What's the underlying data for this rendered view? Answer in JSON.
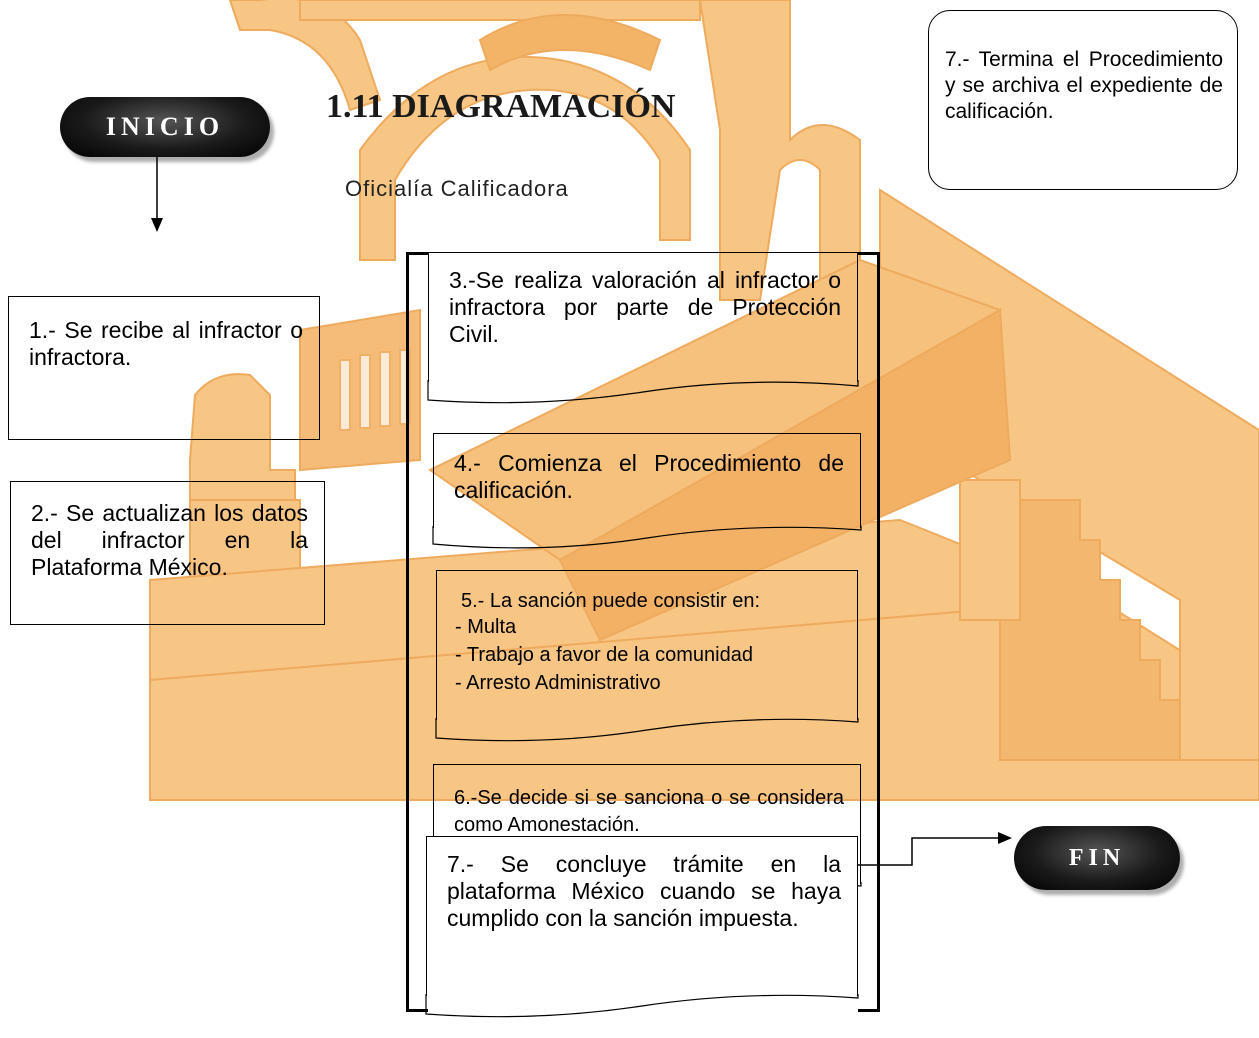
{
  "title": "1.11 DIAGRAMACIÓN",
  "subtitle": "Oficialía Calificadora",
  "start_label": "INICIO",
  "end_label": "FIN",
  "steps": {
    "s1": "1.- Se recibe al infractor o infractora.",
    "s2": "2.- Se actualizan los datos del infractor en la Plataforma México.",
    "s3": "3.-Se realiza valoración al infractor o infractora por parte de Protección Civil.",
    "s4": "4.- Comienza el Procedimiento de calificación.",
    "s5_title": "5.- La sanción puede consistir en:",
    "s5_items": [
      "- Multa",
      "- Trabajo a favor de la comunidad",
      "- Arresto Administrativo"
    ],
    "s6": "6.-Se decide si se sanciona o se considera como Amonestación.",
    "s7a": "7.- Se concluye trámite en la plataforma México cuando se haya cumplido con la sanción impuesta.",
    "s7b": "7.- Termina el Procedimiento y se archiva el expediente de calificación."
  },
  "colors": {
    "watermark": "#f6b869",
    "watermark_dark": "#e9a04a"
  }
}
